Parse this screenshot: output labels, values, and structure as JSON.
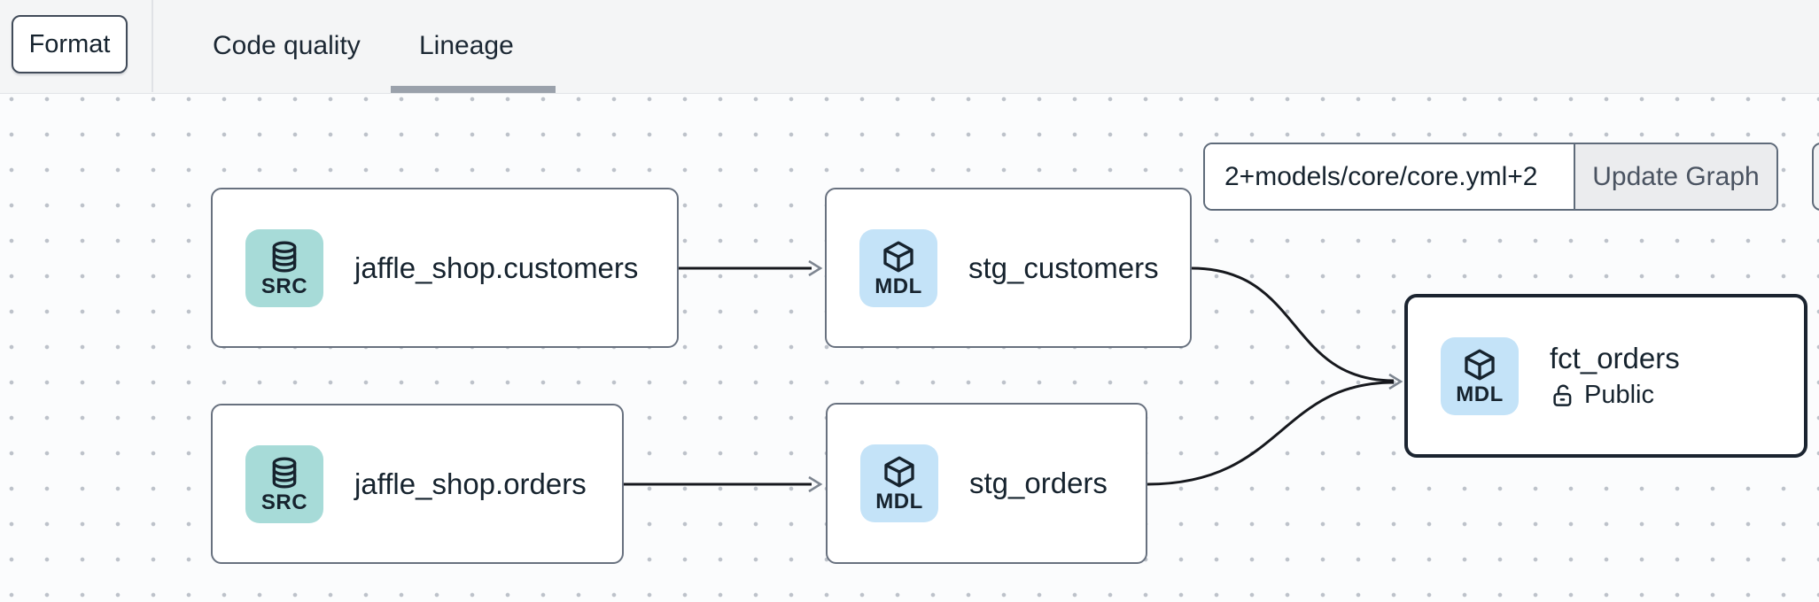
{
  "toolbar": {
    "format_button": "Format",
    "tabs": [
      {
        "label": "Code quality",
        "active": false
      },
      {
        "label": "Lineage",
        "active": true
      }
    ]
  },
  "lineage": {
    "selector_input": {
      "value": "2+models/core/core.yml+2"
    },
    "update_button": "Update Graph",
    "nodes": [
      {
        "badge": "SRC",
        "type": "source",
        "title": "jaffle_shop.customers"
      },
      {
        "badge": "MDL",
        "type": "model",
        "title": "stg_customers"
      },
      {
        "badge": "SRC",
        "type": "source",
        "title": "jaffle_shop.orders"
      },
      {
        "badge": "MDL",
        "type": "model",
        "title": "stg_orders"
      },
      {
        "badge": "MDL",
        "type": "model",
        "title": "fct_orders",
        "access": "Public",
        "selected": true
      }
    ],
    "edges": [
      {
        "from": "jaffle_shop.customers",
        "to": "stg_customers"
      },
      {
        "from": "jaffle_shop.orders",
        "to": "stg_orders"
      },
      {
        "from": "stg_customers",
        "to": "fct_orders"
      },
      {
        "from": "stg_orders",
        "to": "fct_orders"
      }
    ]
  },
  "colors": {
    "topbar_bg": "#f4f5f6",
    "canvas_bg": "#fbfcfd",
    "canvas_dot": "#bdc2ca",
    "node_border": "#68717f",
    "selected_node_border": "#1b2430",
    "source_badge_bg": "#a7dbd8",
    "model_badge_bg": "#c4e3f8",
    "edge_line": "#16181d",
    "tab_underline": "#9aa1ab",
    "text": "#16232e"
  }
}
